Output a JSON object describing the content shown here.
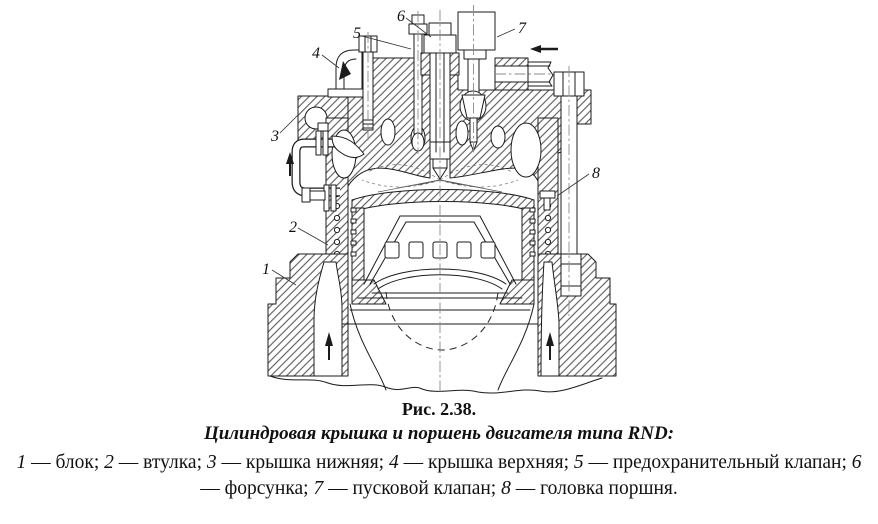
{
  "figure": {
    "number_label": "Рис. 2.38.",
    "caption": "Цилиндровая крышка и поршень двигателя типа RND:",
    "legend": [
      {
        "num": "1",
        "label": " — блок; "
      },
      {
        "num": "2",
        "label": " — втулка; "
      },
      {
        "num": "3",
        "label": " — крышка нижняя; "
      },
      {
        "num": "4",
        "label": " — крышка верхняя; "
      },
      {
        "num": "5",
        "label": " — предохранительный клапан; "
      },
      {
        "num": "6",
        "label": " — форсунка; "
      },
      {
        "num": "7",
        "label": " — пусковой клапан; "
      },
      {
        "num": "8",
        "label": " — головка поршня."
      }
    ],
    "colors": {
      "ink": "#1b1b1b",
      "paper": "#ffffff"
    }
  }
}
